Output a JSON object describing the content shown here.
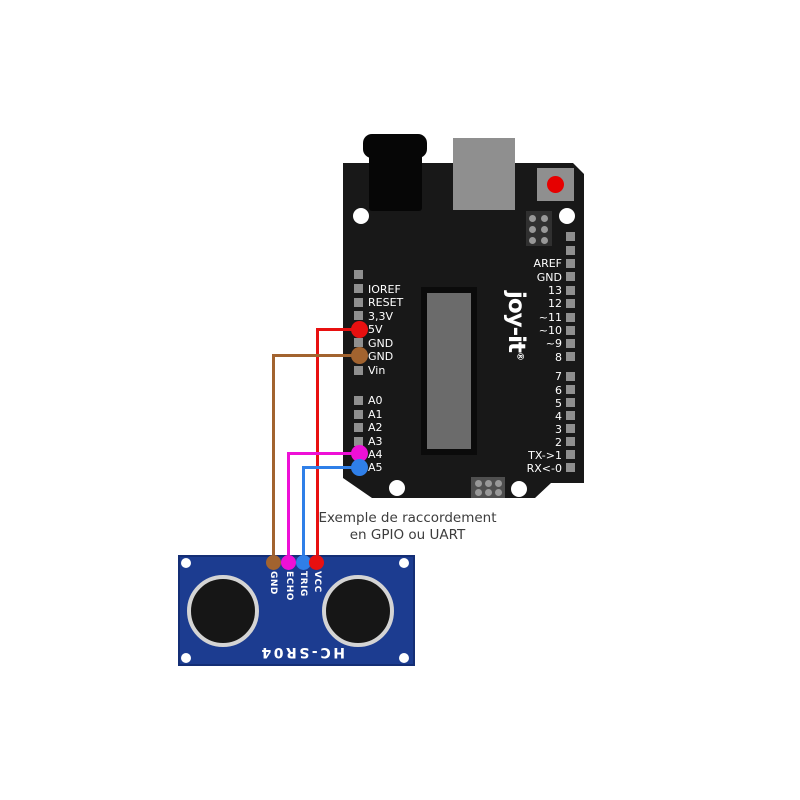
{
  "caption": {
    "line1": "Exemple de raccordement",
    "line2": "en GPIO ou UART"
  },
  "arduino": {
    "brand": "joy-it",
    "brand_registered": "®",
    "left_power_pins": [
      "IOREF",
      "RESET",
      "3,3V",
      "5V",
      "GND",
      "GND",
      "Vin"
    ],
    "analog_pins": [
      "A0",
      "A1",
      "A2",
      "A3",
      "A4",
      "A5"
    ],
    "right_top_pins": [
      "AREF",
      "GND",
      "13",
      "12",
      "~11",
      "~10",
      "~9",
      "8"
    ],
    "right_bottom_pins": [
      "7",
      "6",
      "5",
      "4",
      "3",
      "2",
      "TX->1",
      "RX<-0"
    ]
  },
  "sensor": {
    "name": "HC-SR04",
    "pins": [
      "GND",
      "ECHO",
      "TRIG",
      "VCC"
    ]
  },
  "wires": [
    {
      "from": "5V",
      "to": "VCC",
      "color": "#e81010"
    },
    {
      "from": "GND",
      "to": "GND",
      "color": "#a2632f"
    },
    {
      "from": "A4",
      "to": "ECHO",
      "color": "#ee10d6"
    },
    {
      "from": "A5",
      "to": "TRIG",
      "color": "#2f7fe8"
    }
  ],
  "colors": {
    "board": "#181818",
    "connector_gray": "#8f8f8f",
    "reset_red": "#e60000",
    "pcb_blue": "#1c3c90",
    "transducer_rim": "#d4d4d4",
    "chip_gray": "#6b6b6b"
  }
}
